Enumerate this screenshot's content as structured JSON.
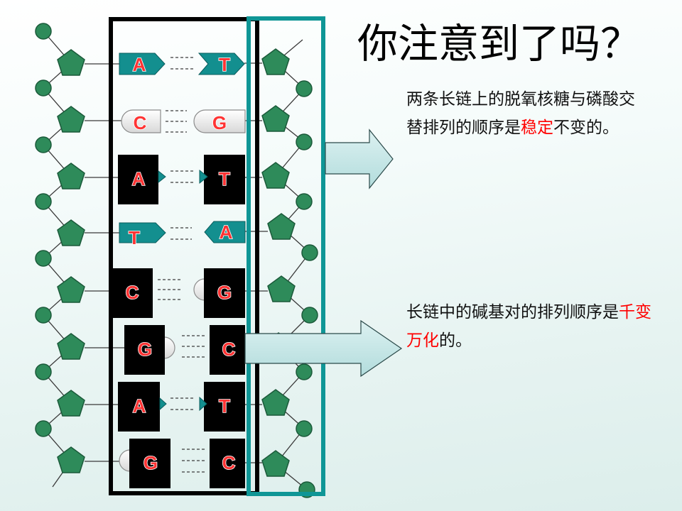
{
  "slide": {
    "title": "你注意到了吗？",
    "note1": {
      "line1": "两条长链上的脱氧核糖与磷酸交",
      "line2_before": "替排列的顺序是",
      "line2_highlight": "稳定",
      "line2_after": "不变的。"
    },
    "note2": {
      "line1_before": "长链中的碱基对的排列顺序是",
      "line1_highlight": "千变",
      "line2_highlight": "万化",
      "line2_after": "的。"
    }
  },
  "dna": {
    "base_pairs": [
      {
        "left": "A",
        "right": "T"
      },
      {
        "left": "C",
        "right": "G"
      },
      {
        "left": "A",
        "right": "T"
      },
      {
        "left": "T",
        "right": "A"
      },
      {
        "left": "C",
        "right": "G"
      },
      {
        "left": "G",
        "right": "C"
      },
      {
        "left": "A",
        "right": "T"
      },
      {
        "left": "G",
        "right": "C"
      }
    ]
  },
  "colors": {
    "backbone_green": "#2e8b5a",
    "base_teal": "#138f8f",
    "frame_teal": "#0f9696",
    "highlight_red": "#ff0000",
    "letter_red": "#ff3333",
    "arrow_fill": "#c2e6e6"
  }
}
